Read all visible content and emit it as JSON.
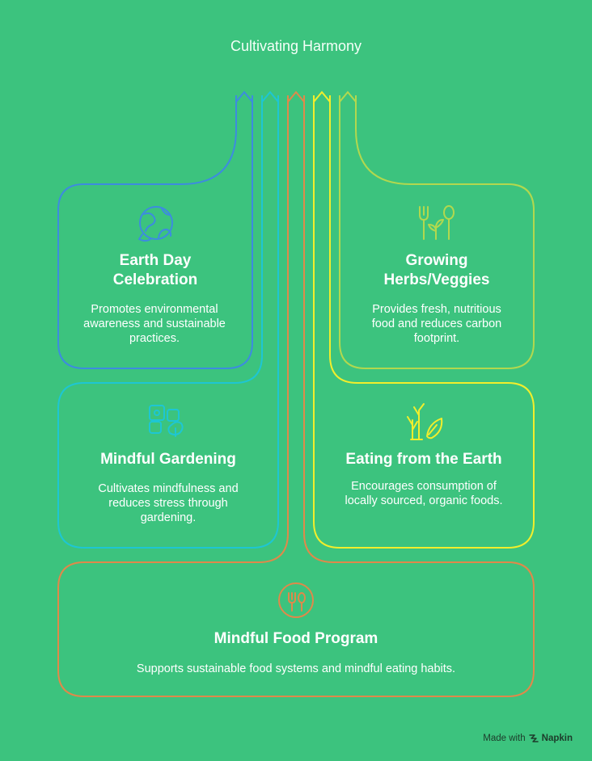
{
  "title": "Cultivating Harmony",
  "colors": {
    "background": "#3cc37e",
    "blue": "#3d8be0",
    "cyan": "#1ec6d3",
    "orange": "#e0894a",
    "yellow": "#f1ee2c",
    "lime": "#b2d84e"
  },
  "cards": {
    "earth_day": {
      "title": "Earth Day\nCelebration",
      "description": "Promotes environmental awareness and sustainable practices.",
      "icon": "earth-globe-icon"
    },
    "growing_herbs": {
      "title": "Growing\nHerbs/Veggies",
      "description": "Provides fresh, nutritious food and reduces carbon footprint.",
      "icon": "fork-spoon-sprout-icon"
    },
    "mindful_gardening": {
      "title": "Mindful Gardening",
      "description": "Cultivates mindfulness and reduces stress through gardening.",
      "icon": "flower-plants-icon"
    },
    "eating_from_earth": {
      "title": "Eating from the Earth",
      "description": "Encourages consumption of locally sourced, organic foods.",
      "icon": "vegetables-icon"
    },
    "mindful_food": {
      "title": "Mindful Food Program",
      "description": "Supports sustainable food systems and mindful eating habits.",
      "icon": "fork-spoon-circle-icon"
    }
  },
  "footer": {
    "made_with": "Made with",
    "brand": "Napkin"
  }
}
